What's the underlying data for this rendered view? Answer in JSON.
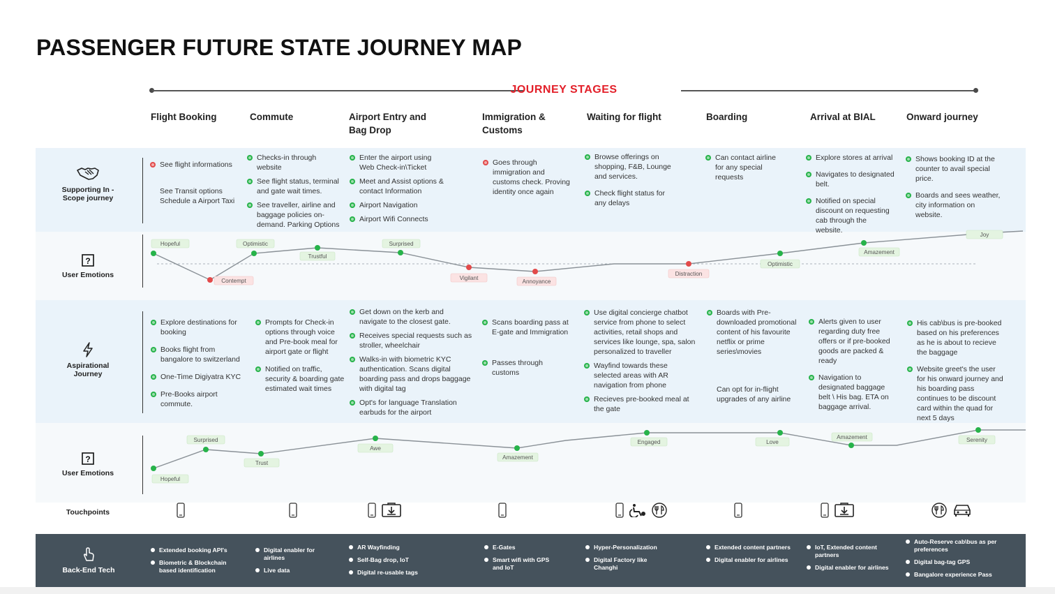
{
  "title": "PASSENGER FUTURE STATE JOURNEY MAP",
  "stages_heading": "JOURNEY STAGES",
  "stages": [
    "Flight Booking",
    "Commute",
    "Airport Entry and Bag Drop",
    "Immigration & Customs",
    "Waiting for flight",
    "Boarding",
    "Arrival at BIAL",
    "Onward journey"
  ],
  "rows": {
    "supporting": "Supporting In - Scope journey",
    "emotions": "User Emotions",
    "aspirational": "Aspirational Journey",
    "emotions2": "User Emotions",
    "touchpoints": "Touchpoints",
    "backend": "Back-End Tech"
  },
  "supporting": [
    [
      {
        "t": "See flight informations",
        "b": "r"
      },
      {
        "t": "See Transit options Schedule a Airport Taxi",
        "b": "none"
      }
    ],
    [
      {
        "t": "Checks-in through website",
        "b": "g"
      },
      {
        "t": "See flight status, terminal and gate wait times.",
        "b": "g"
      },
      {
        "t": "See traveller, airline and baggage policies on-demand. Parking Options",
        "b": "g"
      }
    ],
    [
      {
        "t": "Enter the airport using Web Check-in\\Ticket",
        "b": "g"
      },
      {
        "t": "Meet and Assist options & contact Information",
        "b": "g"
      },
      {
        "t": "Airport Navigation",
        "b": "g"
      },
      {
        "t": "Airport Wifi Connects",
        "b": "g"
      }
    ],
    [
      {
        "t": "Goes through immigration and customs check. Proving identity once again",
        "b": "r"
      }
    ],
    [
      {
        "t": "Browse offerings on shopping, F&B, Lounge and services.",
        "b": "g"
      },
      {
        "t": "Check flight status for any delays",
        "b": "g"
      }
    ],
    [
      {
        "t": "Can contact airline for any special requests",
        "b": "g"
      }
    ],
    [
      {
        "t": "Explore stores at arrival",
        "b": "g"
      },
      {
        "t": "Navigates to designated belt.",
        "b": "g"
      },
      {
        "t": "Notified on special discount on requesting cab through the website.",
        "b": "g"
      }
    ],
    [
      {
        "t": "Shows booking ID at the counter to avail special price.",
        "b": "g"
      },
      {
        "t": "Boards and sees weather, city information on website.",
        "b": "g"
      }
    ]
  ],
  "emotions1": [
    {
      "label": "Hopeful",
      "type": "pos"
    },
    {
      "label": "Contempt",
      "type": "neg"
    },
    {
      "label": "Optimistic",
      "type": "pos"
    },
    {
      "label": "Trustful",
      "type": "pos"
    },
    {
      "label": "Surprised",
      "type": "pos"
    },
    {
      "label": "Vigilant",
      "type": "neg"
    },
    {
      "label": "Annoyance",
      "type": "neg"
    },
    {
      "label": "Distraction",
      "type": "neg"
    },
    {
      "label": "Optimistic",
      "type": "pos"
    },
    {
      "label": "Amazement",
      "type": "pos"
    },
    {
      "label": "Joy",
      "type": "pos"
    }
  ],
  "aspirational": [
    [
      {
        "t": "Explore destinations for booking",
        "b": "g"
      },
      {
        "t": "Books flight from bangalore to switzerland",
        "b": "g"
      },
      {
        "t": "One-Time Digiyatra KYC",
        "b": "g"
      },
      {
        "t": "Pre-Books airport commute.",
        "b": "g"
      }
    ],
    [
      {
        "t": "Prompts for Check-in options through voice and Pre-book meal for airport gate or flight",
        "b": "g"
      },
      {
        "t": "Notified on traffic, security & boarding gate estimated wait times",
        "b": "g"
      }
    ],
    [
      {
        "t": "Get down on the kerb and navigate to the closest gate.",
        "b": "g"
      },
      {
        "t": "Receives special requests such as stroller, wheelchair",
        "b": "g"
      },
      {
        "t": "Walks-in with biometric KYC authentication. Scans digital boarding pass and drops baggage with digital tag",
        "b": "g"
      },
      {
        "t": "Opt's for language Translation earbuds for the airport",
        "b": "g"
      }
    ],
    [
      {
        "t": "Scans boarding pass at E-gate and Immigration",
        "b": "g"
      },
      {
        "t": "Passes through customs",
        "b": "g"
      }
    ],
    [
      {
        "t": "Use digital concierge chatbot service from phone to select activities, retail shops and services like lounge, spa, salon personalized to traveller",
        "b": "g"
      },
      {
        "t": "Wayfind towards these selected areas with AR navigation from phone",
        "b": "g"
      },
      {
        "t": "Recieves pre-booked meal at the gate",
        "b": "g"
      }
    ],
    [
      {
        "t": "Boards with Pre-downloaded promotional content of his favourite netflix or prime series\\movies",
        "b": "g"
      },
      {
        "t": "Can opt for in-flight upgrades of any airline",
        "b": "none"
      }
    ],
    [
      {
        "t": "Alerts given to user regarding duty free offers or if pre-booked goods are packed & ready",
        "b": "g"
      },
      {
        "t": "Navigation to designated baggage belt \\ His bag. ETA on baggage arrival.",
        "b": "g"
      }
    ],
    [
      {
        "t": "His cab\\bus is pre-booked based on his preferences as he is about to recieve the baggage",
        "b": "g"
      },
      {
        "t": "Website greet's the user for his onward journey and his boarding pass continues to be discount card within the quad for next 5 days",
        "b": "g"
      }
    ]
  ],
  "emotions2": [
    {
      "label": "Hopeful"
    },
    {
      "label": "Surprised"
    },
    {
      "label": "Trust"
    },
    {
      "label": "Awe"
    },
    {
      "label": "Amazement"
    },
    {
      "label": "Engaged"
    },
    {
      "label": "Love"
    },
    {
      "label": "Amazement"
    },
    {
      "label": "Serenity"
    }
  ],
  "touchpoints": [
    [
      "phone-icon"
    ],
    [
      "phone-icon"
    ],
    [
      "phone-icon",
      "kiosk-icon"
    ],
    [
      "phone-icon"
    ],
    [
      "phone-icon",
      "wheelchair-icon",
      "dining-icon"
    ],
    [
      "phone-icon"
    ],
    [
      "phone-icon",
      "kiosk-icon"
    ],
    [
      "dining-icon",
      "car-icon"
    ]
  ],
  "backend": [
    [
      "Extended booking API's",
      "Biometric & Blockchain based identification"
    ],
    [
      "Digital enabler for airlines",
      "Live data"
    ],
    [
      "AR Wayfinding",
      "Self-Bag drop, IoT",
      "Digital re-usable tags"
    ],
    [
      "E-Gates",
      "Smart wifi with GPS and IoT"
    ],
    [
      "Hyper-Personalization",
      "Digital Factory like Changhi"
    ],
    [
      "Extended content partners",
      "Digital enabler for airlines"
    ],
    [
      "IoT, Extended content partners",
      "Digital enabler for airlines"
    ],
    [
      "Auto-Reserve cab\\bus as per preferences",
      "Digital bag-tag GPS",
      "Bangalore experience Pass"
    ]
  ],
  "colors": {
    "accent": "#e3202a",
    "positive": "#27b34a",
    "negative": "#e24a4a",
    "backend": "#45525c"
  }
}
